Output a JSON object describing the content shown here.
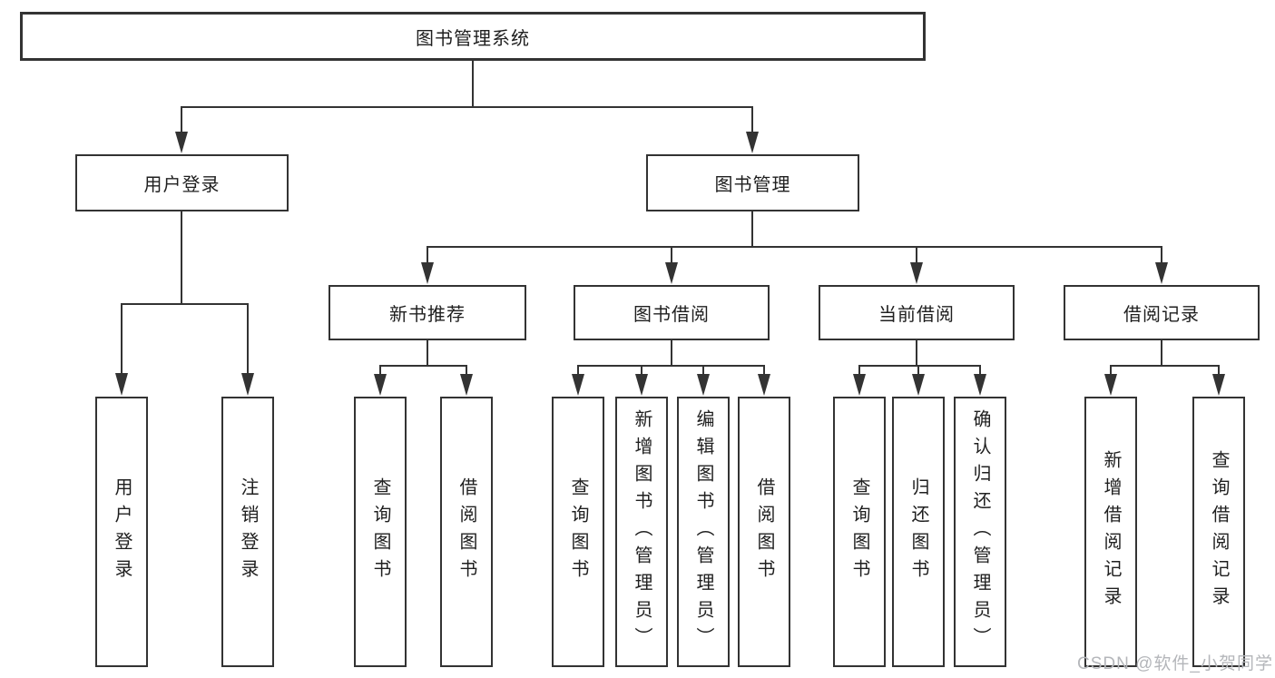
{
  "diagram": {
    "root": {
      "label": "图书管理系统"
    },
    "branches": {
      "user_login": {
        "label": "用户登录",
        "children": [
          "用户登录",
          "注销登录"
        ]
      },
      "book_management": {
        "label": "图书管理",
        "children": [
          {
            "label": "新书推荐",
            "children": [
              "查询图书",
              "借阅图书"
            ]
          },
          {
            "label": "图书借阅",
            "children": [
              "查询图书",
              "新增图书（管理员）",
              "编辑图书（管理员）",
              "借阅图书"
            ]
          },
          {
            "label": "当前借阅",
            "children": [
              "查询图书",
              "归还图书",
              "确认归还（管理员）"
            ]
          },
          {
            "label": "借阅记录",
            "children": [
              "新增借阅记录",
              "查询借阅记录"
            ]
          }
        ]
      }
    },
    "watermark": "CSDN @软件_小贺同学",
    "colors": {
      "line": "#333333",
      "box_border": "#333333",
      "text": "#1f1f1f",
      "watermark": "#b4b6ba",
      "background": "#ffffff"
    }
  }
}
